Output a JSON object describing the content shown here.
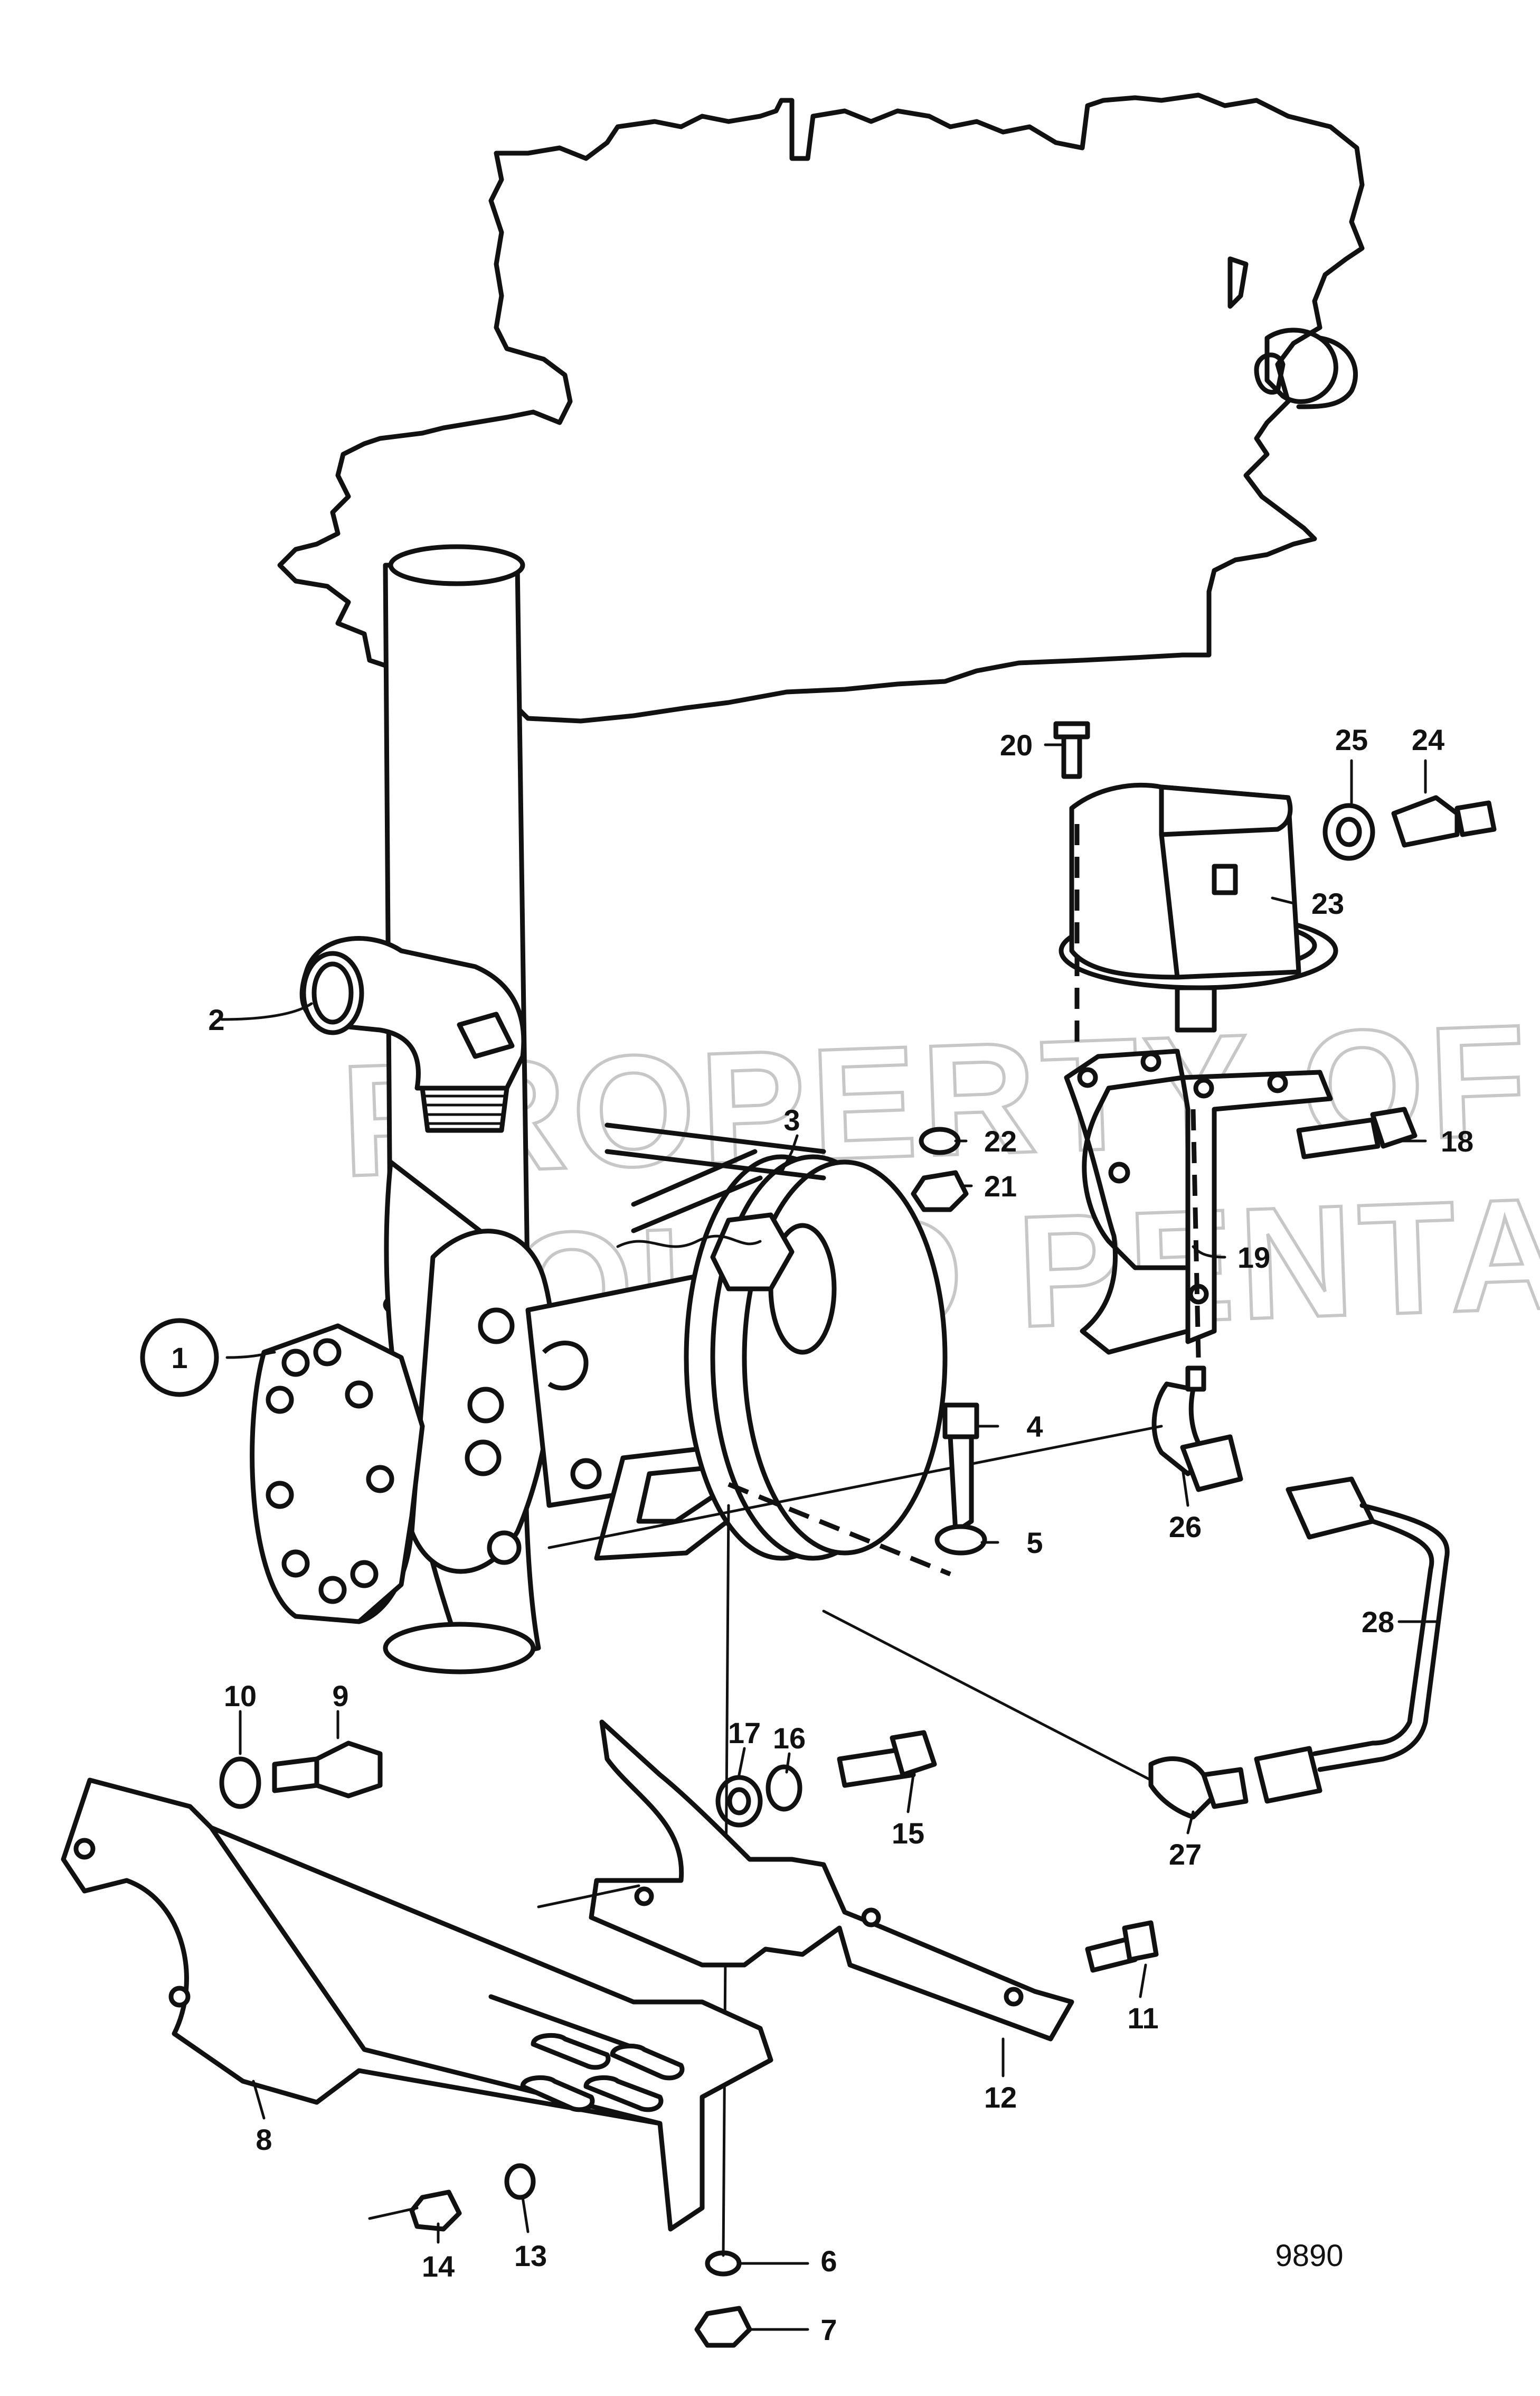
{
  "watermark": {
    "line1": "PROPERTY OF",
    "line2": "VOLVO PENTA"
  },
  "figure_number": "9890",
  "callouts": [
    "1",
    "2",
    "3",
    "4",
    "5",
    "6",
    "7",
    "8",
    "9",
    "10",
    "11",
    "12",
    "13",
    "14",
    "15",
    "16",
    "17",
    "18",
    "19",
    "20",
    "21",
    "22",
    "23",
    "24",
    "25",
    "26",
    "27",
    "28"
  ]
}
